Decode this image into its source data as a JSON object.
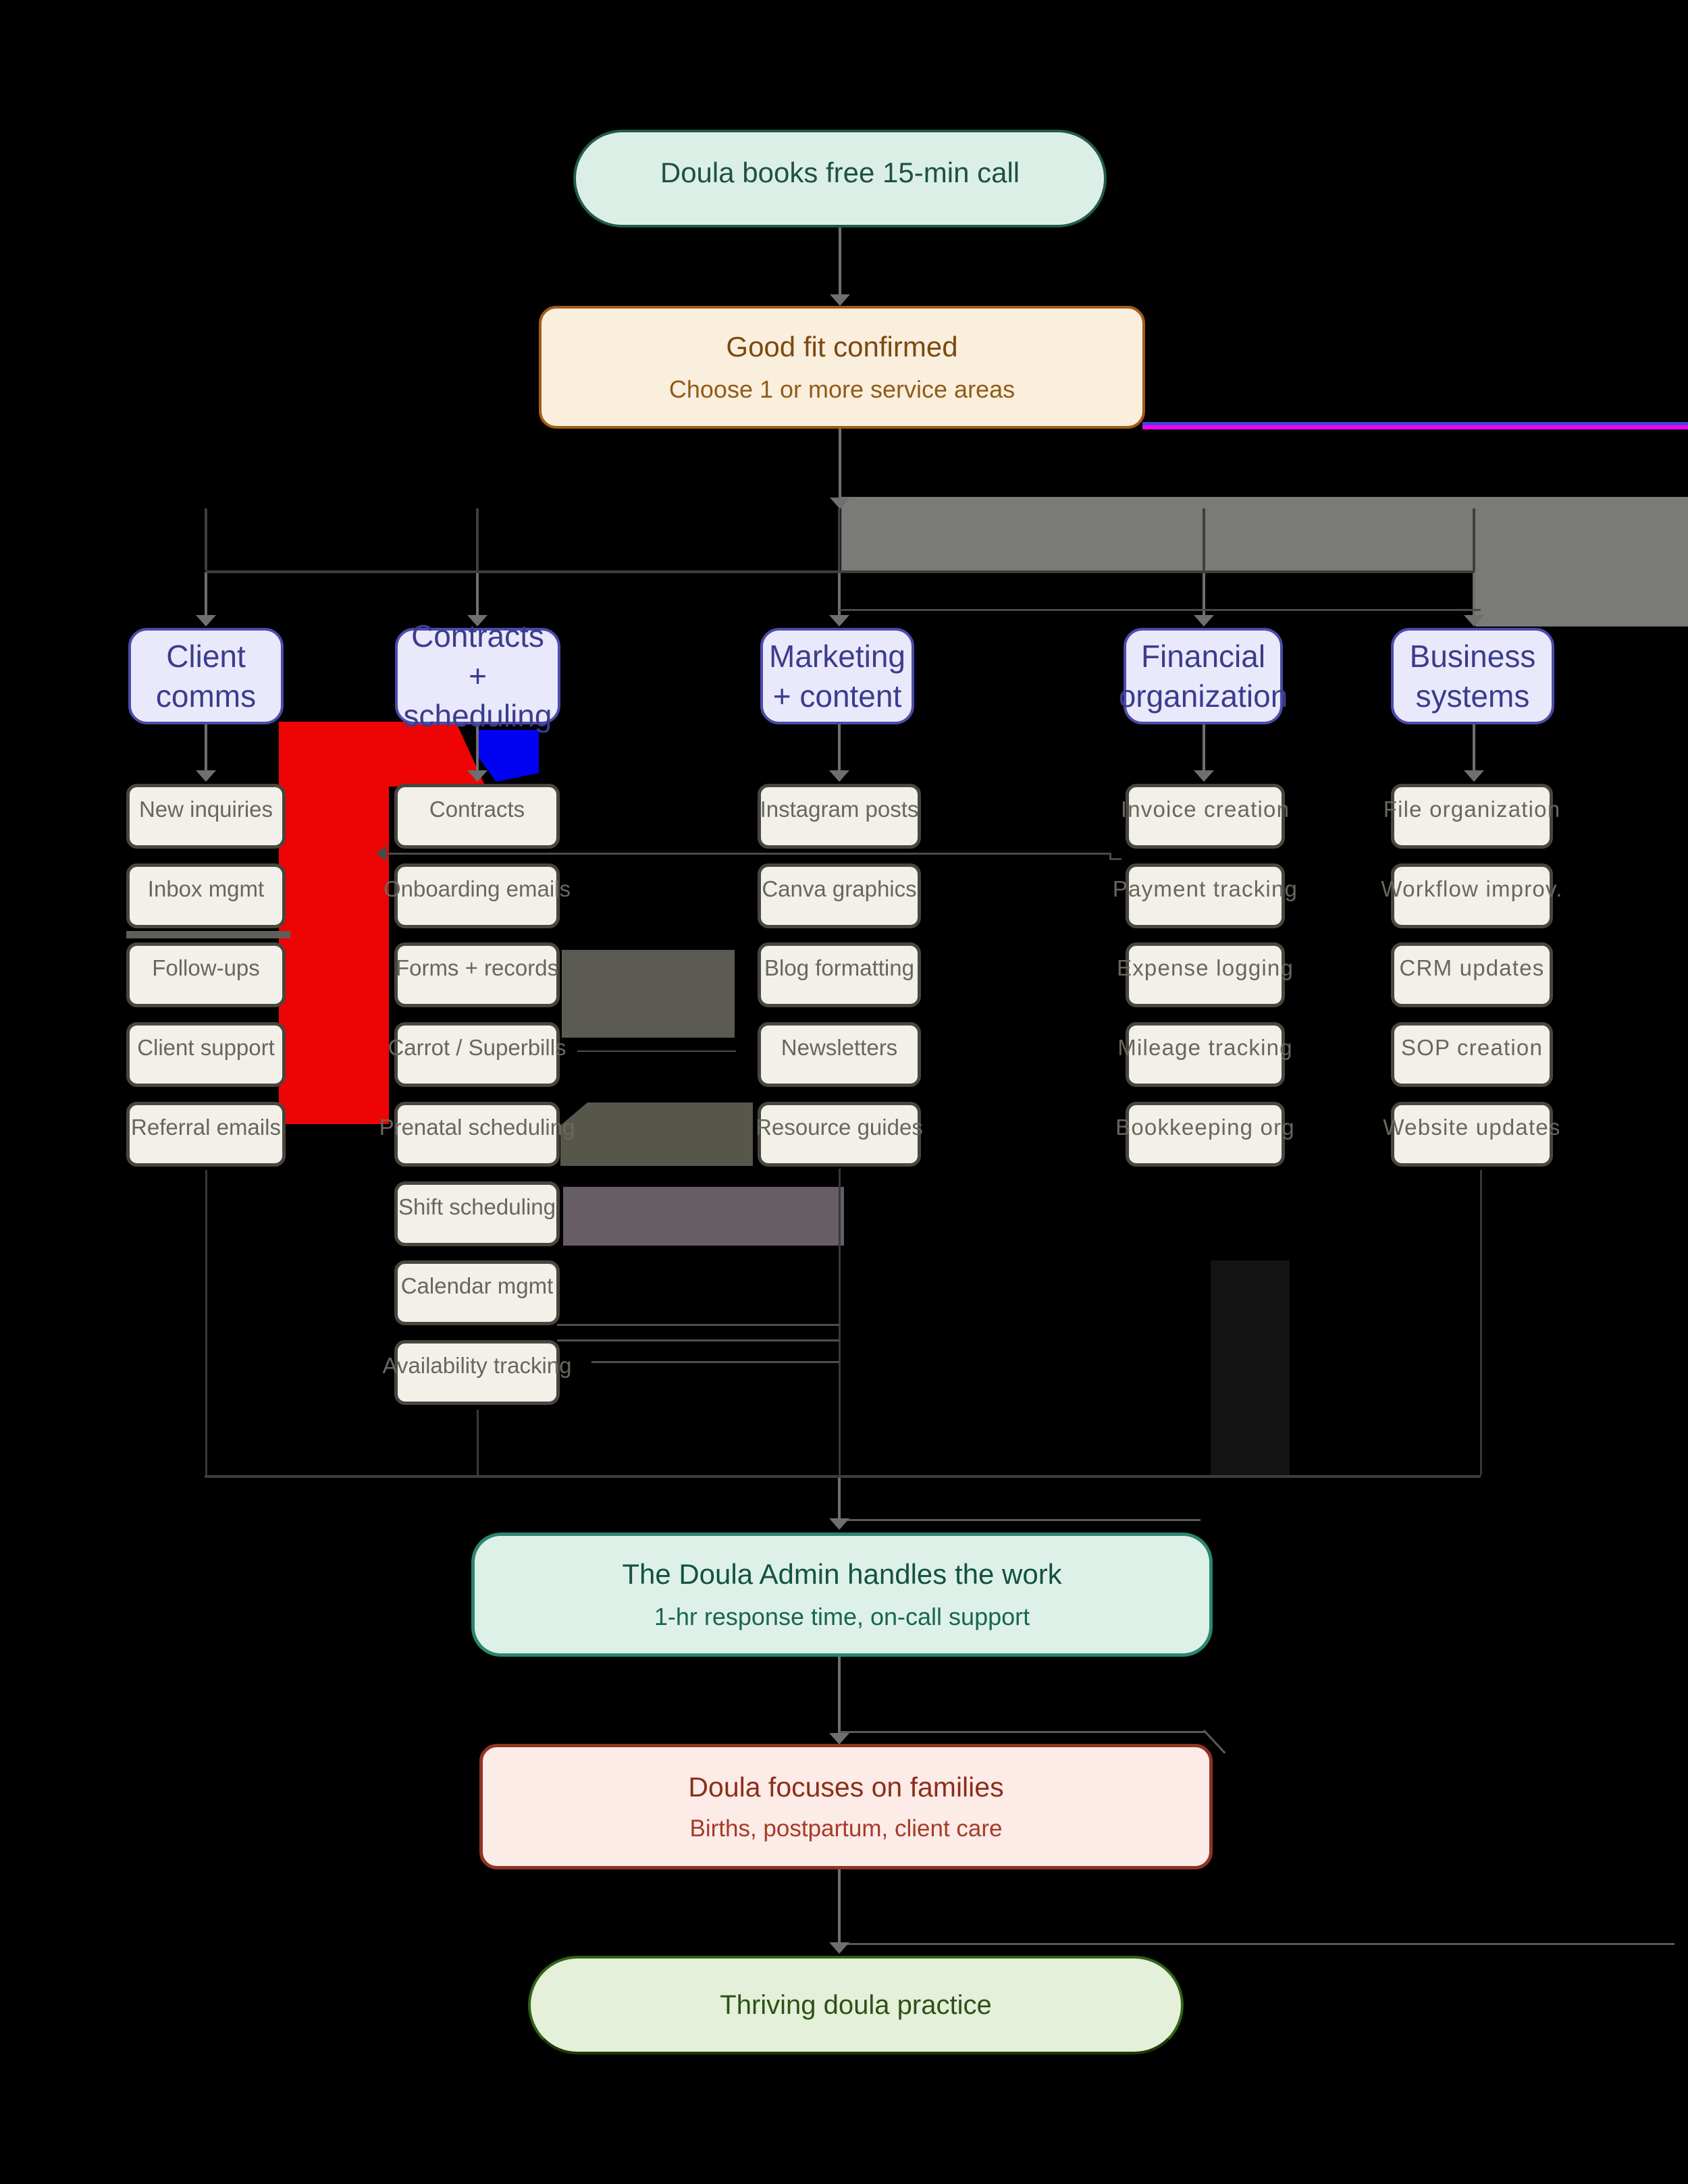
{
  "flow": {
    "start": {
      "label": "Doula books free 15-min call"
    },
    "fit": {
      "title": "Good fit confirmed",
      "subtitle": "Choose 1 or more service areas"
    },
    "branches": [
      {
        "id": "client-comms",
        "label_lines": [
          "Client",
          "comms"
        ],
        "items": [
          "New inquiries",
          "Inbox mgmt",
          "Follow-ups",
          "Client support",
          "Referral emails"
        ]
      },
      {
        "id": "contracts-scheduling",
        "label_lines": [
          "Contracts",
          "+ scheduling"
        ],
        "items": [
          "Contracts",
          "Onboarding emails",
          "Forms + records",
          "Carrot / Superbills",
          "Prenatal scheduling",
          "Shift scheduling",
          "Calendar mgmt",
          "Availability tracking"
        ]
      },
      {
        "id": "marketing-content",
        "label_lines": [
          "Marketing",
          "+ content"
        ],
        "items": [
          "Instagram posts",
          "Canva graphics",
          "Blog formatting",
          "Newsletters",
          "Resource guides"
        ]
      },
      {
        "id": "financial-organization",
        "label_lines": [
          "Financial",
          "organization"
        ],
        "items": [
          "Invoice creation",
          "Payment tracking",
          "Expense logging",
          "Mileage tracking",
          "Bookkeeping org"
        ]
      },
      {
        "id": "business-systems",
        "label_lines": [
          "Business",
          "systems"
        ],
        "items": [
          "File organization",
          "Workflow improv.",
          "CRM updates",
          "SOP creation",
          "Website updates"
        ]
      }
    ],
    "admin": {
      "title": "The Doula Admin handles the work",
      "subtitle": "1-hr response time, on-call support"
    },
    "focus": {
      "title": "Doula focuses on families",
      "subtitle": "Births, postpartum, client care"
    },
    "outcome": {
      "label": "Thriving doula practice"
    }
  },
  "colors": {
    "background": "#000000",
    "start_fill": "#dcefe7",
    "start_border": "#215a4b",
    "start_text": "#1c5244",
    "fit_fill": "#faeedd",
    "fit_border": "#a05c17",
    "fit_text": "#7a4a10",
    "branch_fill": "#e9e9fb",
    "branch_border": "#4c4caa",
    "branch_text": "#3c3c8e",
    "item_fill": "#f2f0e9",
    "item_border": "#47463f",
    "item_text": "#68675f",
    "admin_fill": "#def1e9",
    "admin_border": "#2a8570",
    "admin_text": "#14523f",
    "focus_fill": "#fcebe7",
    "focus_border": "#8f3322",
    "focus_text": "#8c2e1a",
    "outcome_fill": "#e4f0da",
    "outcome_border": "#2f6311",
    "outcome_text": "#2d5216",
    "arrow": "#6f6f6f",
    "glitch_red": "#ee0404",
    "glitch_blue": "#0202f2",
    "glitch_magenta": "#f402f4",
    "glitch_gray": "#7a7a77",
    "glitch_olive": "#57564a",
    "glitch_purple": "#675d65"
  }
}
